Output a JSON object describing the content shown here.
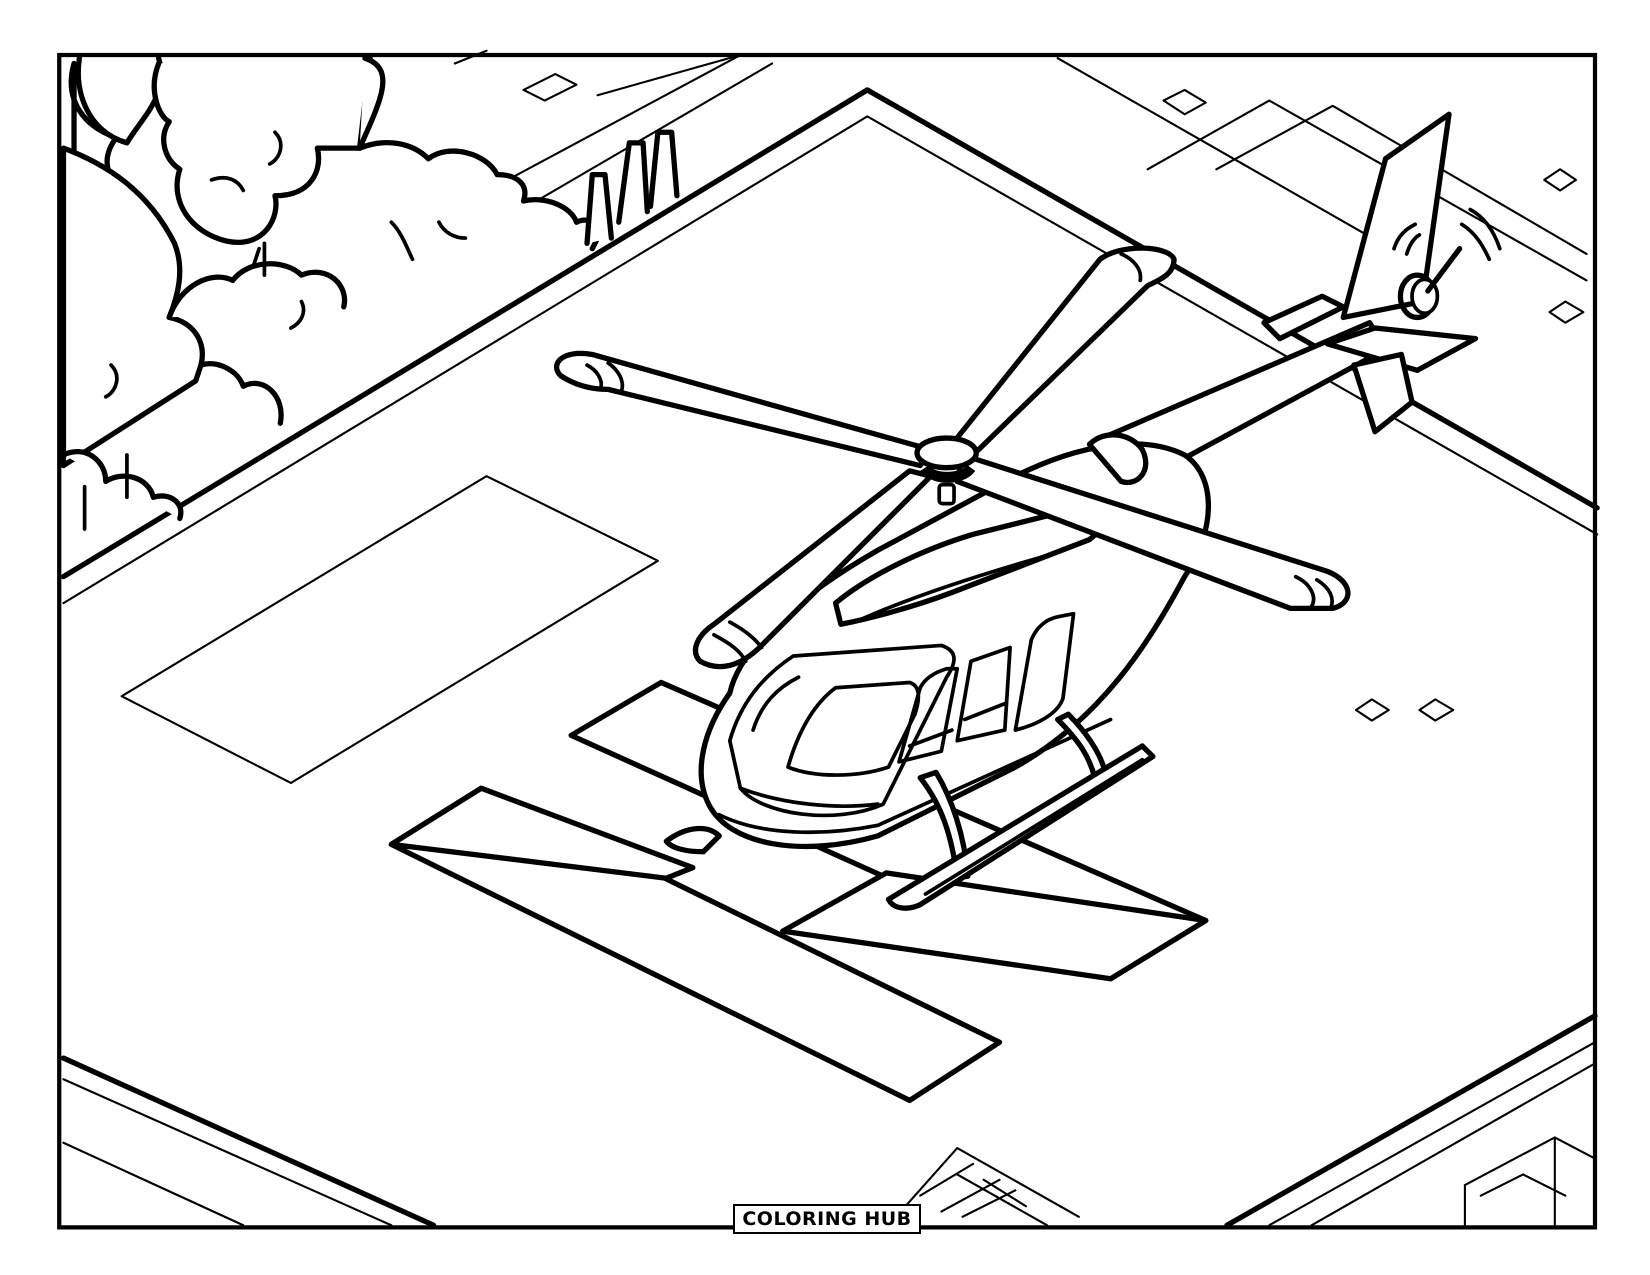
{
  "page": {
    "type": "coloring-page",
    "subject": "helicopter-on-helipad",
    "background_color": "#ffffff",
    "line_color": "#000000"
  },
  "illustration": {
    "elements": [
      "frame-border",
      "trees",
      "rooftop-helipad",
      "helipad-h-marking",
      "landing-zone-rectangle",
      "helicopter",
      "main-rotor",
      "tail-rotor",
      "landing-skids",
      "surrounding-buildings",
      "roof-vents"
    ]
  },
  "branding": {
    "logo_text": "COLORING HUB"
  }
}
